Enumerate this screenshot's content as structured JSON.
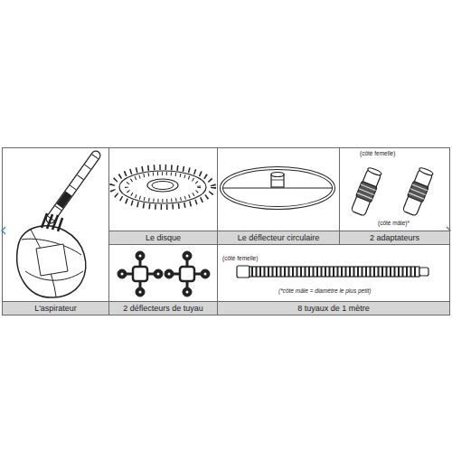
{
  "diagram": {
    "nodes": [
      {
        "text": [
          "L'aspirateur"
        ]
      },
      {
        "text": [
          "Le disque"
        ]
      },
      {
        "text": [
          "Le déflecteur circulaire"
        ]
      },
      {
        "text": [
          "2 adaptateurs"
        ]
      },
      {
        "text": [
          "2 déflecteurs de tuyau"
        ]
      },
      {
        "text": [
          "8 tuyaux de 1 mètre"
        ]
      }
    ],
    "labels": [
      "(côté femelle)",
      "(côté mâle)*",
      "(côté femelle)",
      "(*côté mâle = diamètre le plus petit)"
    ]
  }
}
